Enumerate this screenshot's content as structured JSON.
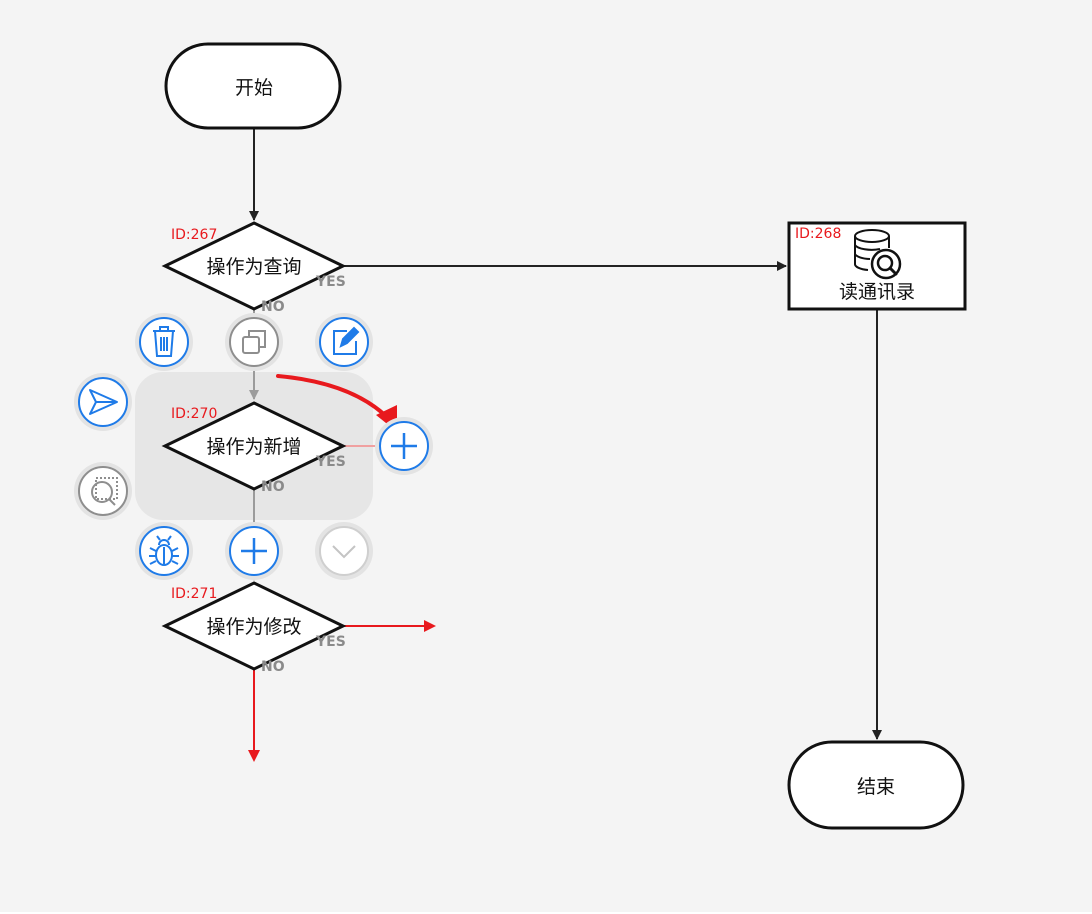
{
  "diagram": {
    "start": {
      "label": "开始"
    },
    "end": {
      "label": "结束"
    },
    "nodes": [
      {
        "id_label": "ID:267",
        "label": "操作为查询"
      },
      {
        "id_label": "ID:270",
        "label": "操作为新增"
      },
      {
        "id_label": "ID:271",
        "label": "操作为修改"
      }
    ],
    "process": {
      "id_label": "ID:268",
      "label": "读通讯录",
      "icon": "database-search-icon"
    },
    "branch_labels": {
      "yes": "YES",
      "no": "NO"
    }
  },
  "toolbar": {
    "icons": [
      "trash-icon",
      "copy-icon",
      "edit-icon",
      "send-icon",
      "add-icon",
      "zoom-select-icon",
      "bug-icon",
      "add-icon",
      "chevron-down-icon"
    ]
  },
  "colors": {
    "canvas_bg": "#f4f4f4",
    "accent_blue": "#1f7be8",
    "alert_red": "#e8191d",
    "selection_bg": "#e6e6e6"
  }
}
